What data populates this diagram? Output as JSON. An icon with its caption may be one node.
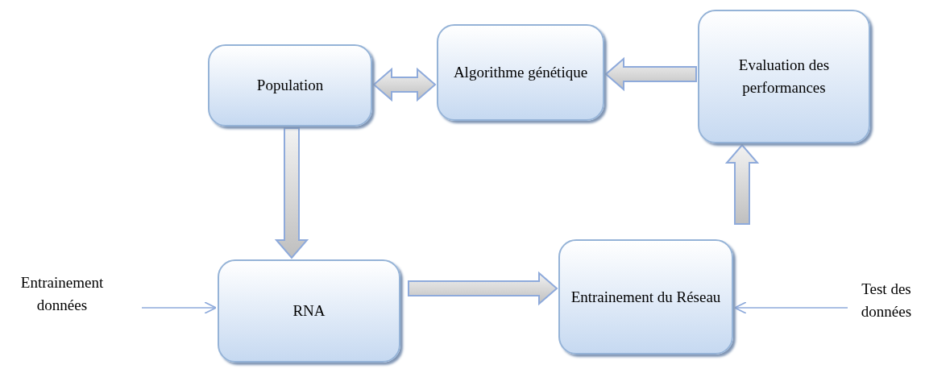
{
  "diagram": {
    "nodes": [
      {
        "text": [
          "Population"
        ]
      },
      {
        "text": [
          "Algorithme génétique"
        ]
      },
      {
        "text": [
          "Evaluation des performances"
        ]
      },
      {
        "text": [
          "RNA"
        ]
      },
      {
        "text": [
          "Entrainement du Réseau"
        ]
      },
      {
        "text": [
          "Entrainement données"
        ]
      },
      {
        "text": [
          "Test des données"
        ]
      }
    ],
    "edges": [
      {
        "from": 0,
        "to": 1,
        "arrow": "both",
        "style": "thick"
      },
      {
        "from": 2,
        "to": 1,
        "arrow": "to",
        "style": "thick"
      },
      {
        "from": 0,
        "to": 3,
        "arrow": "to",
        "style": "thick"
      },
      {
        "from": 3,
        "to": 4,
        "arrow": "to",
        "style": "thick"
      },
      {
        "from": 4,
        "to": 2,
        "arrow": "to",
        "style": "thick"
      },
      {
        "from": 5,
        "to": 3,
        "arrow": "to"
      },
      {
        "from": 6,
        "to": 4,
        "arrow": "to"
      }
    ]
  }
}
